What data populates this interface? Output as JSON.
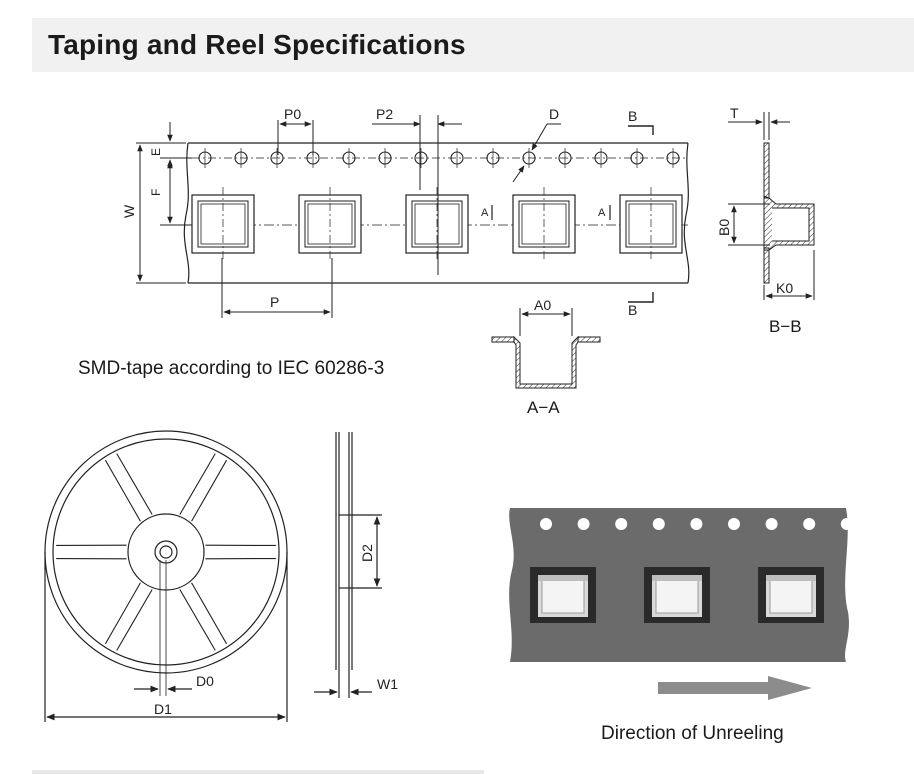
{
  "header": {
    "title": "Taping and Reel Specifications"
  },
  "tape_drawing": {
    "labels": {
      "p0": "P0",
      "p2": "P2",
      "d": "D",
      "e": "E",
      "f": "F",
      "w": "W",
      "p": "P",
      "a_marker": "A",
      "b_marker": "B"
    },
    "caption": "SMD-tape according to IEC 60286-3"
  },
  "section_bb": {
    "t": "T",
    "b0": "B0",
    "k0": "K0",
    "caption": "B−B"
  },
  "section_aa": {
    "a0": "A0",
    "caption": "A−A"
  },
  "reel_front": {
    "d0": "D0",
    "d1": "D1"
  },
  "reel_side": {
    "d2": "D2",
    "w1": "W1"
  },
  "unreel": {
    "caption": "Direction of Unreeling"
  },
  "colors": {
    "tape_photo": "#6b6b6b",
    "arrow": "#8c8c8c",
    "header_bg": "#f1f1f1"
  }
}
